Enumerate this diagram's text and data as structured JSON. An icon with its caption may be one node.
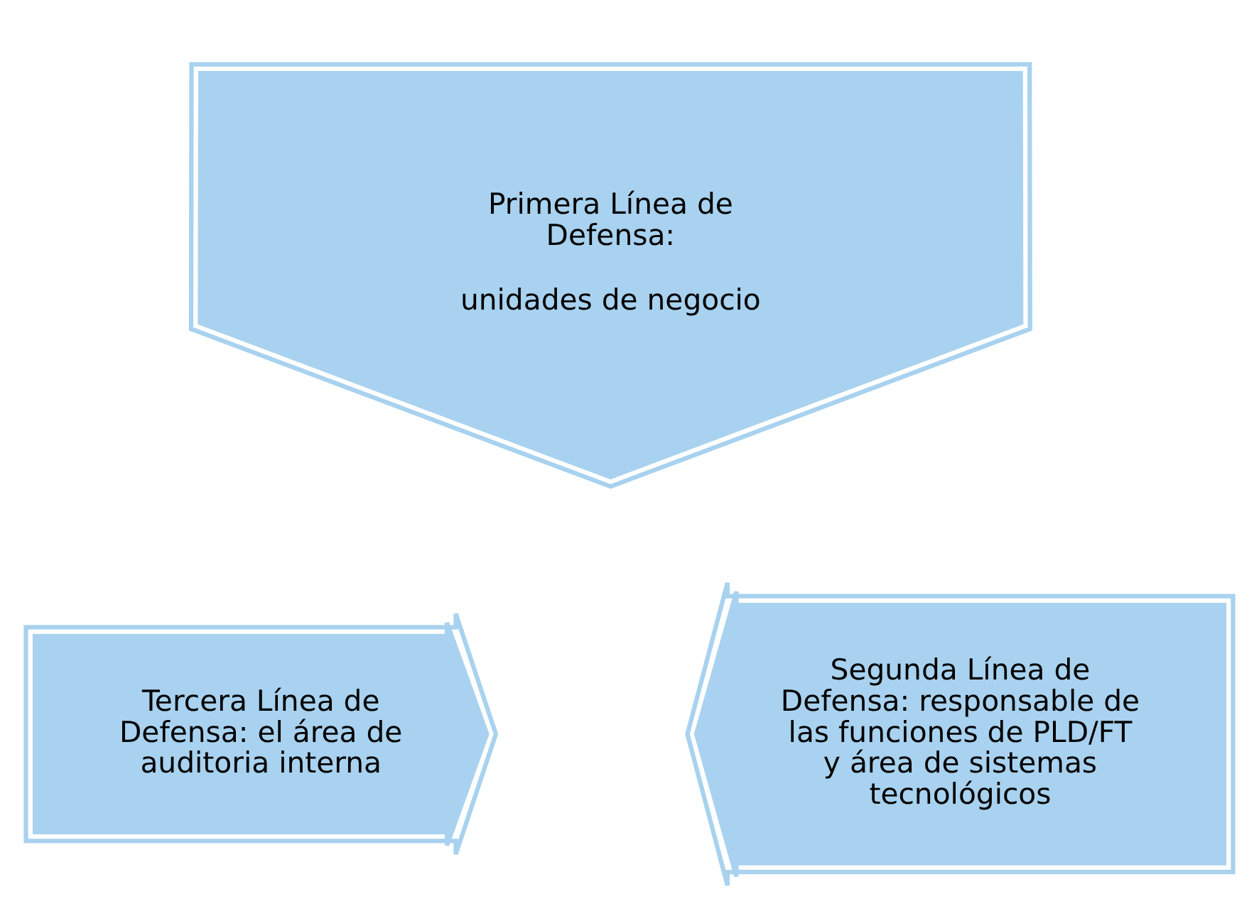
{
  "diagram": {
    "nodes": [
      {
        "text": [
          "Primera Línea de Defensa:",
          "unidades de negocio"
        ]
      },
      {
        "text": [
          "Tercera Línea de Defensa: el área de auditoria interna"
        ]
      },
      {
        "text": [
          "Segunda Línea de Defensa: responsable de las funciones de PLD/FT y área de sistemas tecnológicos"
        ]
      }
    ]
  }
}
